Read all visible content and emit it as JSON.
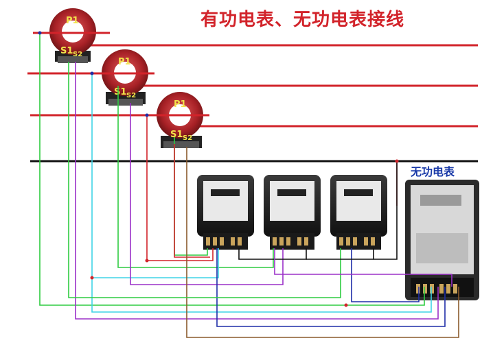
{
  "title": "有功电表、无功电表接线",
  "reactive_meter_label": "无功电表",
  "ct_labels": {
    "p1": "P1",
    "s1": "S1",
    "s2": "S2"
  },
  "colors": {
    "phase": "#d2232a",
    "neutral": "#111111",
    "ct_ring": "#b3262a",
    "green": "#2ecc40",
    "purple": "#9b30c8",
    "cyan": "#3fd3e6",
    "navy": "#1f2ea8",
    "brown": "#8a5a2b",
    "red_wire": "#d2232a"
  }
}
